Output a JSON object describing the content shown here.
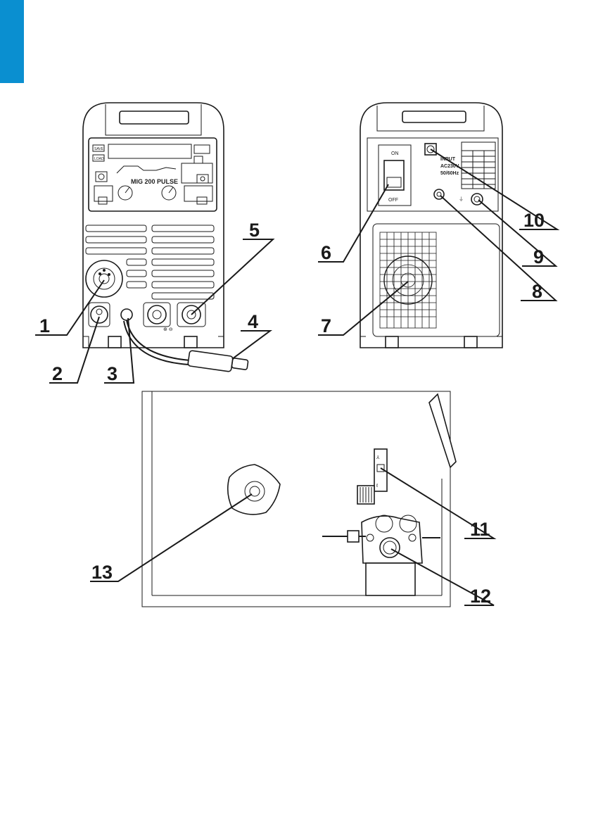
{
  "accent_color": "#0a8fd0",
  "front_panel": {
    "model_name": "MIG 200 PULSE",
    "button_save": "SAVE",
    "button_load": "LOAD"
  },
  "rear_panel": {
    "switch_on": "ON",
    "switch_off": "OFF",
    "input_line1": "INPUT",
    "input_line2": "AC230V",
    "input_line3": "50/60Hz"
  },
  "callouts": [
    "1",
    "2",
    "3",
    "4",
    "5",
    "6",
    "7",
    "8",
    "9",
    "10",
    "11",
    "12",
    "13"
  ]
}
